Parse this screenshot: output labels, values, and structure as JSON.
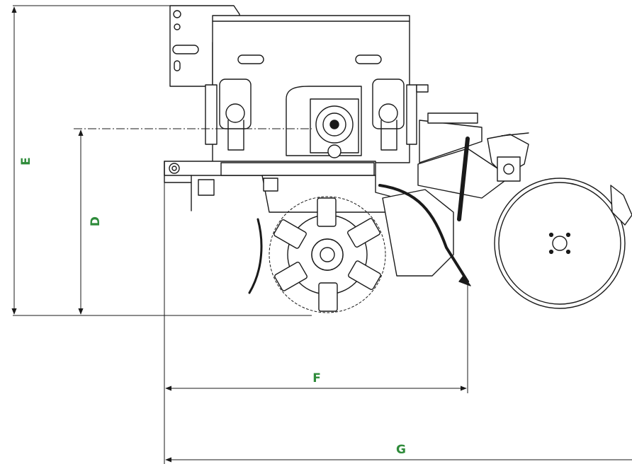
{
  "dimensions": {
    "d": "D",
    "e": "E",
    "f": "F",
    "g": "G"
  },
  "colors": {
    "line": "#1a1a1a",
    "label": "#2e8b3a",
    "background": "#ffffff"
  }
}
